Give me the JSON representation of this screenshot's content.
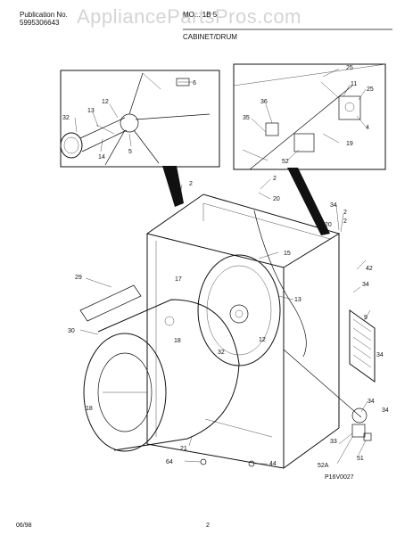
{
  "header": {
    "publication_label": "Publication No.",
    "publication_number": "5995306643",
    "model_title": "MO... 1B 5",
    "section_title": "CABINET/DRUM"
  },
  "watermark": "AppliancePartsPros.com",
  "footer": {
    "date": "06/98",
    "page_number": "2",
    "figure_code": "P16V0027"
  },
  "callouts": {
    "c2a": "2",
    "c2b": "2",
    "c2c": "2",
    "c2d": "2",
    "c4": "4",
    "c5": "5",
    "c6": "6",
    "c9": "9",
    "c11": "11",
    "c12a": "12",
    "c12b": "12",
    "c13a": "13",
    "c13b": "13",
    "c14": "14",
    "c15": "15",
    "c17": "17",
    "c18a": "18",
    "c18b": "18",
    "c19": "19",
    "c20a": "20",
    "c20b": "20",
    "c21": "21",
    "c25a": "25",
    "c25b": "25",
    "c29": "29",
    "c30": "30",
    "c32a": "32",
    "c32b": "32",
    "c33": "33",
    "c34a": "34",
    "c34b": "34",
    "c34c": "34",
    "c34d": "34",
    "c34e": "34",
    "c35": "35",
    "c36": "36",
    "c42": "42",
    "c44": "44",
    "c51": "51",
    "c52": "52",
    "c52a": "52A",
    "c64": "64"
  }
}
